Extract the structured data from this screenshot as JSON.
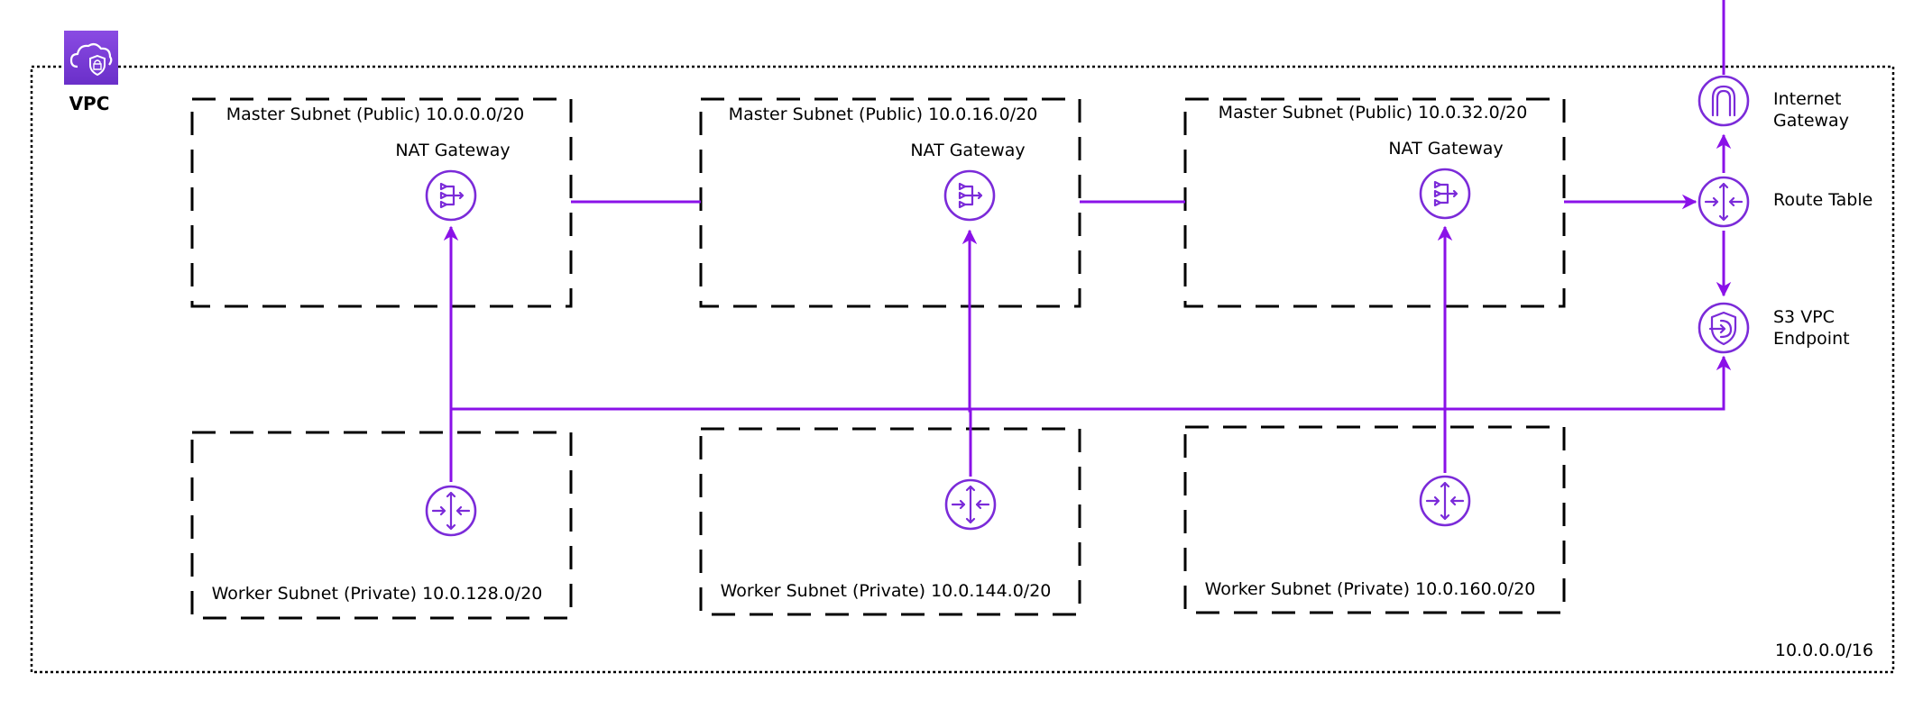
{
  "vpc": {
    "title": "VPC",
    "cidr": "10.0.0.0/16"
  },
  "master_subnets": [
    {
      "label": "Master Subnet (Public) 10.0.0.0/20",
      "gateway_label": "NAT Gateway"
    },
    {
      "label": "Master Subnet (Public) 10.0.16.0/20",
      "gateway_label": "NAT Gateway"
    },
    {
      "label": "Master Subnet (Public) 10.0.32.0/20",
      "gateway_label": "NAT Gateway"
    }
  ],
  "worker_subnets": [
    {
      "label": "Worker Subnet (Private) 10.0.128.0/20"
    },
    {
      "label": "Worker Subnet (Private) 10.0.144.0/20"
    },
    {
      "label": "Worker Subnet (Private) 10.0.160.0/20"
    }
  ],
  "internet_gateway": {
    "line1": "Internet",
    "line2": "Gateway"
  },
  "route_table": {
    "label": "Route Table"
  },
  "s3_endpoint": {
    "line1": "S3 VPC",
    "line2": "Endpoint"
  },
  "icons": {
    "vpc": "cloud-shield-icon",
    "nat_gateway": "nat-gateway-icon",
    "router": "router-icon",
    "internet_gateway": "internet-gateway-icon",
    "s3_endpoint": "vpc-endpoint-icon"
  },
  "colors": {
    "connector": "#8a11e8",
    "icon": "#7b2bd9",
    "vpc_badge": "#7a3fd6"
  }
}
